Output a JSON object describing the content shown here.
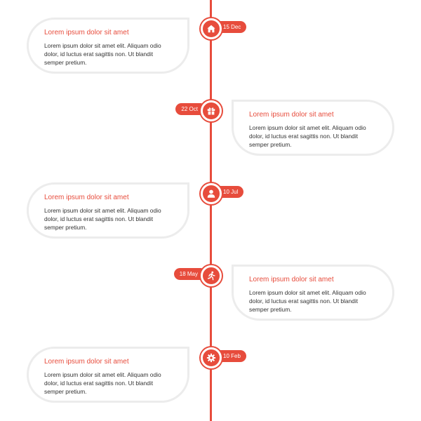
{
  "theme": {
    "accent": "#e74c3c",
    "card_border": "#ececec",
    "text": "#333333"
  },
  "timeline": {
    "items": [
      {
        "side": "left",
        "date": "15 Dec",
        "icon": "home-icon",
        "title": "Lorem ipsum dolor sit amet",
        "text": "Lorem ipsum dolor sit amet elit. Aliquam odio dolor, id luctus erat sagittis non. Ut blandit semper pretium."
      },
      {
        "side": "right",
        "date": "22 Oct",
        "icon": "gift-icon",
        "title": "Lorem ipsum dolor sit amet",
        "text": "Lorem ipsum dolor sit amet elit. Aliquam odio dolor, id luctus erat sagittis non. Ut blandit semper pretium."
      },
      {
        "side": "left",
        "date": "10 Jul",
        "icon": "user-icon",
        "title": "Lorem ipsum dolor sit amet",
        "text": "Lorem ipsum dolor sit amet elit. Aliquam odio dolor, id luctus erat sagittis non. Ut blandit semper pretium."
      },
      {
        "side": "right",
        "date": "18 May",
        "icon": "running-icon",
        "title": "Lorem ipsum dolor sit amet",
        "text": "Lorem ipsum dolor sit amet elit. Aliquam odio dolor, id luctus erat sagittis non. Ut blandit semper pretium."
      },
      {
        "side": "left",
        "date": "10 Feb",
        "icon": "gear-icon",
        "title": "Lorem ipsum dolor sit amet",
        "text": "Lorem ipsum dolor sit amet elit. Aliquam odio dolor, id luctus erat sagittis non. Ut blandit semper pretium."
      }
    ]
  }
}
